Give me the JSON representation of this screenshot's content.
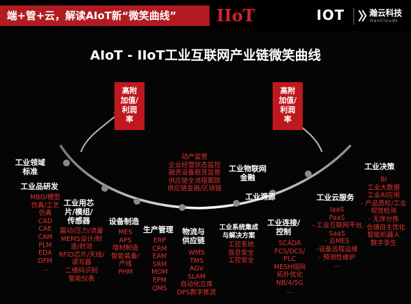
{
  "header": {
    "banner": "端+管+云，解读AIoT新“微笑曲线”",
    "iot_title": "IIoT",
    "logo_mark": "IOT",
    "logo_name": "瀚云科技",
    "logo_en": "HanClouds"
  },
  "title": "AIoT - IIoT工业互联网产业链微笑曲线",
  "callouts": [
    "高附\n加值/\n利润\n率",
    "高附\n加值/\n利润\n率"
  ],
  "colors": {
    "banner": "#b01c22",
    "accent_red": "#e8332f",
    "callout": "#c0181f",
    "node": "#8a8a8a"
  },
  "stages": [
    {
      "label": "工业领域\n标准",
      "items": []
    },
    {
      "label": "工业品研发",
      "items": [
        "MBD/模型",
        "仿真/工艺",
        "仿真",
        "CAD",
        "CAE",
        "CAM",
        "PLM",
        "EDA",
        "DFM",
        "..."
      ]
    },
    {
      "label": "工业用芯\n片/模组/\n传感器",
      "items": [
        "震动/压力/流量",
        "MEMS设计/制",
        "造/封测",
        "RFID芯片/天线/",
        "读写器",
        "二维码识别",
        "智能仪表"
      ]
    },
    {
      "label": "设备制造",
      "items": [
        "MES",
        "APS",
        "增材制造",
        "智能装备/",
        "产线",
        "PHM"
      ]
    },
    {
      "label": "生产管理",
      "items": [
        "ERP",
        "CRM",
        "EAM",
        "SRM",
        "MDM",
        "EPM",
        "QMS"
      ]
    },
    {
      "label": "物流与\n供应链",
      "items": [
        "WMS",
        "TMS",
        "AGV",
        "SLAM",
        "自动化立库",
        "DPS数字拣货"
      ]
    },
    {
      "label": "",
      "items": [
        "动产监管",
        "企业经营状态监控",
        "融资设备租赁监管",
        "供应链全流程跟踪",
        "供应链金融/区块链"
      ]
    },
    {
      "label": "工业物联网\n金融",
      "items": []
    },
    {
      "label": "工业系统集成\n与解决方案",
      "items": [
        "工控系统",
        "信息安全",
        "工控安全"
      ]
    },
    {
      "label": "工业溯源",
      "items": []
    },
    {
      "label": "工业连接/\n控制",
      "items": [
        "SCADA",
        "FCS/DCS/",
        "PLC",
        "MESH组网",
        "拓扑优化",
        "NB/4/5G",
        "..."
      ]
    },
    {
      "label": "工业云服务",
      "items": [
        "IaaS",
        "PaaS",
        "- 工业互联网平台",
        "SaaS",
        "- 云MES",
        "-设备远程运维",
        "- 预测性维护",
        "..."
      ]
    },
    {
      "label": "工业决策",
      "items": [
        "BI",
        "工业大数据",
        "工业AI应用",
        "- 产品质检/工业",
        "视觉检测",
        "- 无序分拣",
        "- 仓储自主优化",
        "智能机器人",
        "数字孪生"
      ]
    }
  ]
}
